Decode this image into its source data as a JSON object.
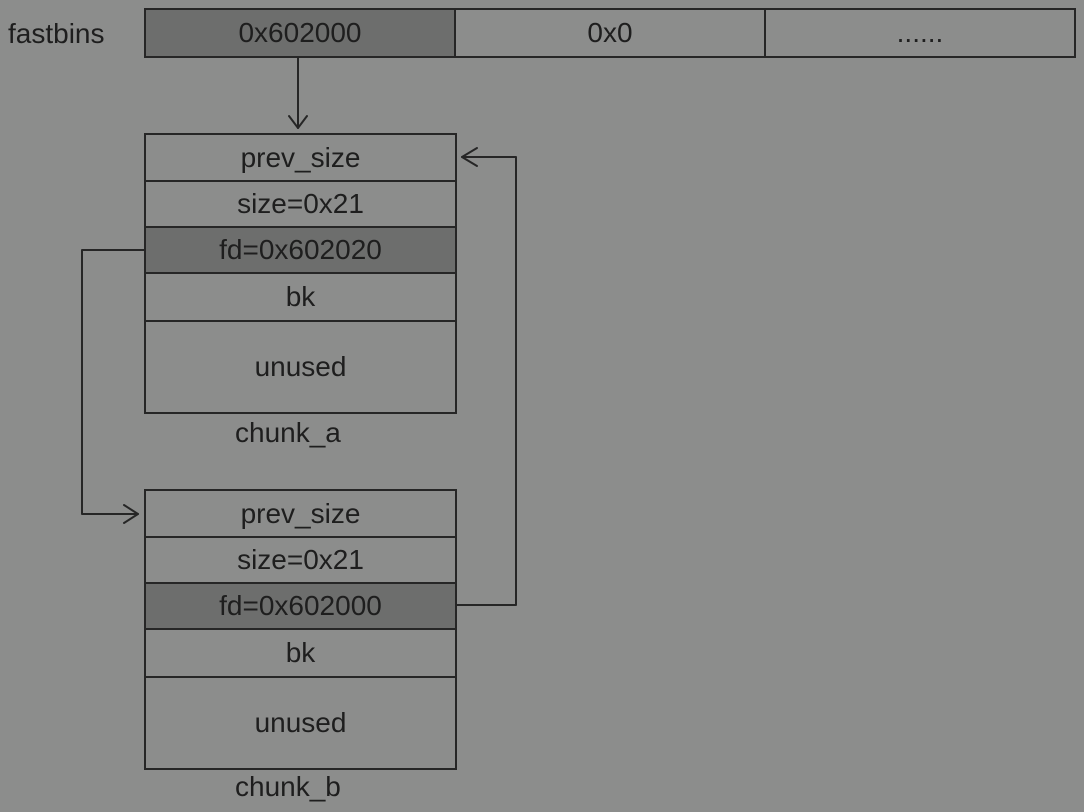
{
  "fastbins": {
    "label": "fastbins",
    "slots": [
      "0x602000",
      "0x0",
      "......"
    ]
  },
  "chunk_a": {
    "label": "chunk_a",
    "prev_size": "prev_size",
    "size": "size=0x21",
    "fd": "fd=0x602020",
    "bk": "bk",
    "unused": "unused"
  },
  "chunk_b": {
    "label": "chunk_b",
    "prev_size": "prev_size",
    "size": "size=0x21",
    "fd": "fd=0x602000",
    "bk": "bk",
    "unused": "unused"
  },
  "colors": {
    "background": "#8c8d8c",
    "highlight": "#6d6e6d",
    "stroke": "#262626"
  }
}
